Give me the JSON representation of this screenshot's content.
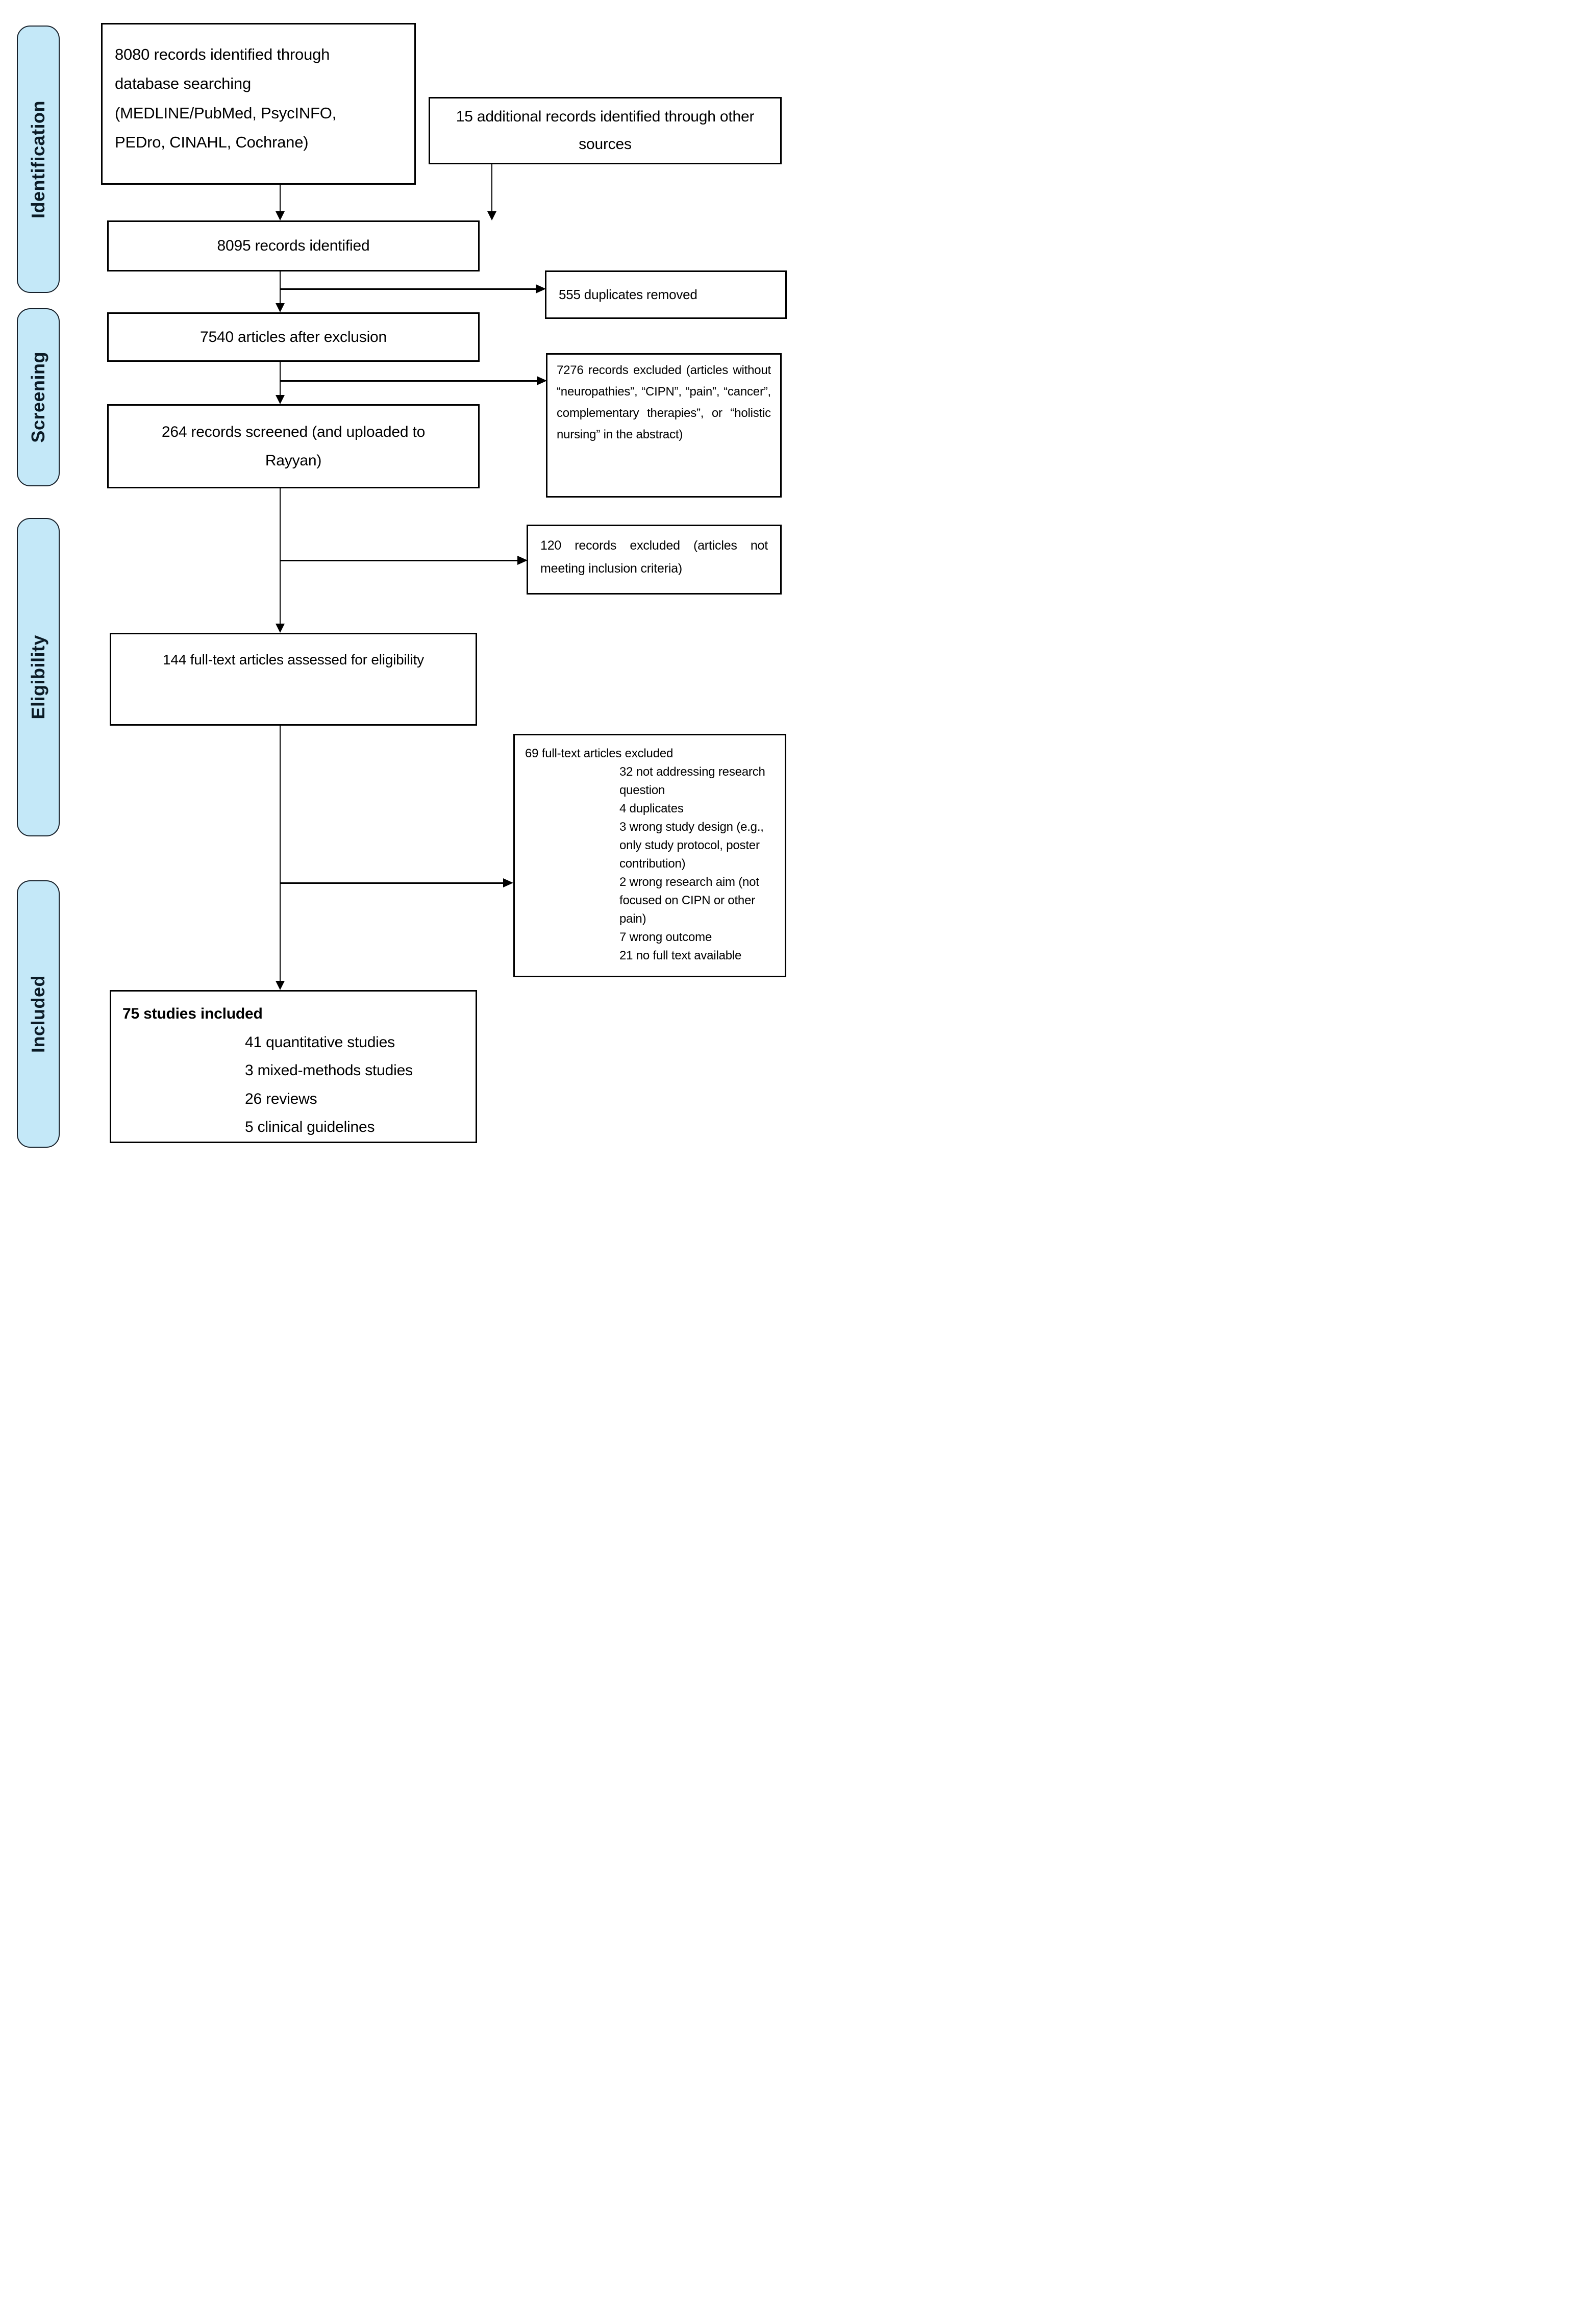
{
  "stages": [
    {
      "label": "Identification"
    },
    {
      "label": "Screening"
    },
    {
      "label": "Eligibility"
    },
    {
      "label": "Included"
    }
  ],
  "boxes": {
    "database_search": "8080 records identified through database searching (MEDLINE/PubMed, PsycINFO, PEDro, CINAHL, Cochrane)",
    "other_sources": "15 additional records identified through other sources",
    "records_identified": "8095 records identified",
    "duplicates_removed": "555 duplicates removed",
    "after_exclusion": "7540 articles after exclusion",
    "records_excluded": "7276 records excluded (articles without “neuropathies”, “CIPN”, “pain”, “cancer”, complementary therapies”, or “holistic nursing” in the abstract)",
    "records_screened": "264 records screened (and uploaded to Rayyan)",
    "not_meeting_criteria": "120 records excluded (articles not meeting inclusion criteria)",
    "assessed_eligibility": "144 full-text articles assessed for eligibility",
    "fulltext_excluded": {
      "heading": "69 full-text articles excluded",
      "items": [
        "32 not addressing research question",
        "4 duplicates",
        "3 wrong study design (e.g., only study protocol, poster contribution)",
        "2 wrong research aim (not focused on CIPN or other pain)",
        "7 wrong outcome",
        "21 no full text available"
      ]
    },
    "studies_included": {
      "heading": "75 studies included",
      "items": [
        "41 quantitative studies",
        "3 mixed-methods studies",
        "26 reviews",
        "5 clinical guidelines"
      ]
    }
  },
  "colors": {
    "stage_fill": "#C4E8F8",
    "stage_border": "#16202A",
    "box_border": "#000000",
    "connector": "#000000"
  }
}
